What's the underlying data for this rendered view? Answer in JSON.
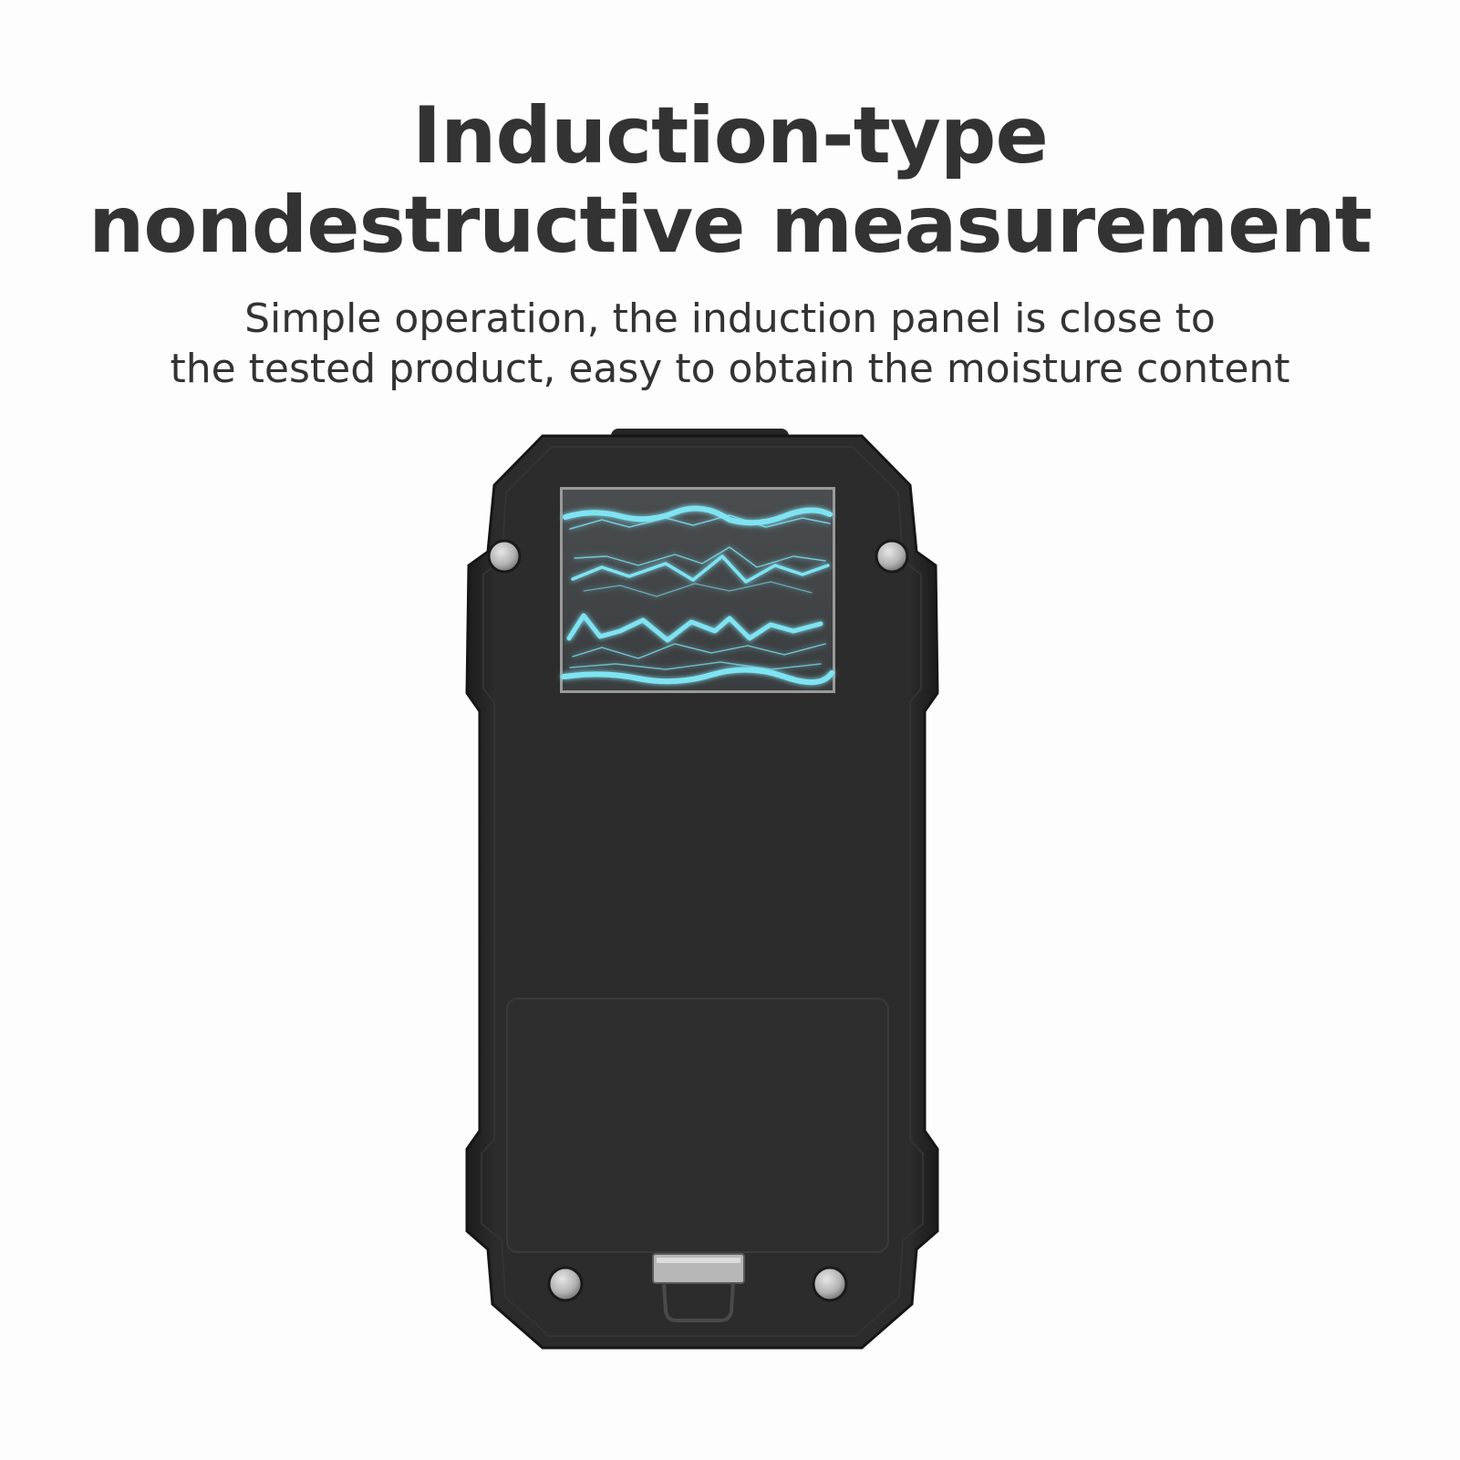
{
  "headline": {
    "line1": "Induction-type",
    "line2": "nondestructive measurement"
  },
  "subheadline": {
    "line1": "Simple operation, the induction panel is close to",
    "line2": "the tested product, easy to obtain the moisture content"
  },
  "device": {
    "body_color": "#2b2b2b",
    "edge_color": "#1f1f1f",
    "panel_glow_color": "#7fe3f2"
  }
}
